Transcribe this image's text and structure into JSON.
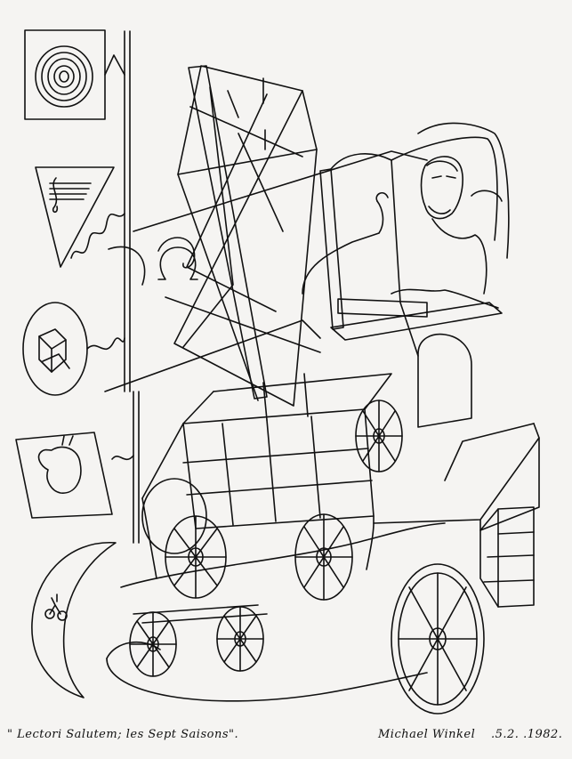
{
  "artwork": {
    "caption_left": "\" Lectori Salutem; les Sept Saisons\".",
    "artist_signature": "Michael Winkel",
    "date": ".5.2. .1982."
  },
  "colors": {
    "paper": "#f5f4f2",
    "ink": "#111111"
  }
}
